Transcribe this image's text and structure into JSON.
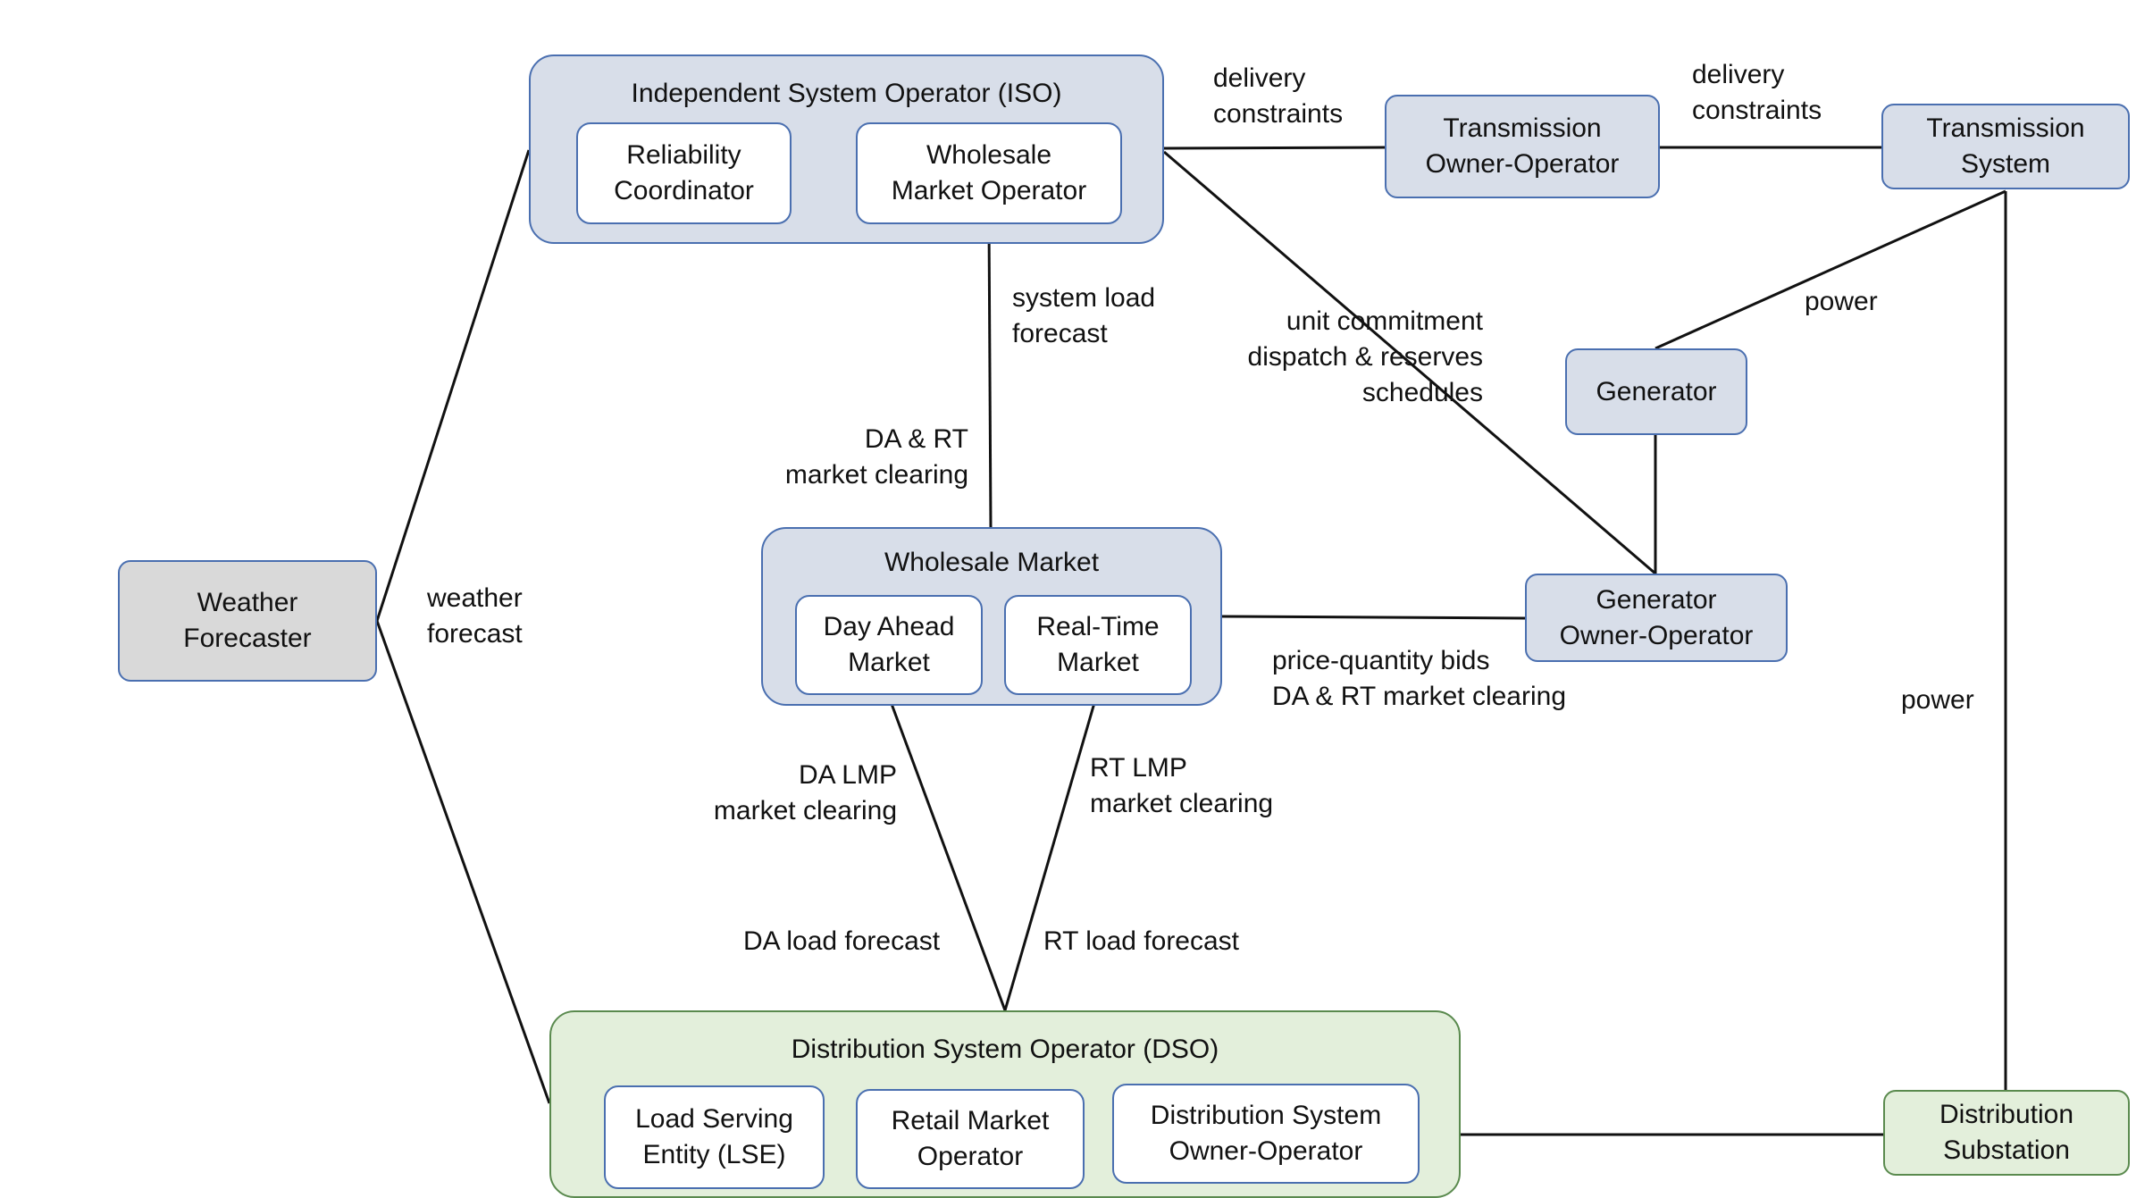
{
  "colors": {
    "node_border": "#4a6fb0",
    "node_fill": "#d8dee9",
    "dso_fill": "#e3efdb",
    "dso_border": "#5a8a4e",
    "weather_fill": "#d9d9d9",
    "line": "#111111"
  },
  "nodes": {
    "iso": {
      "title": "Independent System Operator (ISO)",
      "reliability": "Reliability\nCoordinator",
      "wholesale_operator": "Wholesale\nMarket Operator"
    },
    "transmission_owner": "Transmission\nOwner-Operator",
    "transmission_system": "Transmission\nSystem",
    "generator": "Generator",
    "generator_owner": "Generator\nOwner-Operator",
    "weather": "Weather\nForecaster",
    "wholesale_market": {
      "title": "Wholesale Market",
      "day_ahead": "Day Ahead\nMarket",
      "real_time": "Real-Time\nMarket"
    },
    "dso": {
      "title": "Distribution System Operator (DSO)",
      "lse": "Load Serving\nEntity (LSE)",
      "retail": "Retail Market\nOperator",
      "dist_owner": "Distribution System\nOwner-Operator"
    },
    "substation": "Distribution\nSubstation"
  },
  "edge_labels": {
    "delivery_1": "delivery\nconstraints",
    "delivery_2": "delivery\nconstraints",
    "power_top": "power",
    "power_right": "power",
    "system_load": "system load\nforecast",
    "unit_commitment": "unit commitment\ndispatch & reserves\nschedules",
    "da_rt_clearing": "DA & RT\nmarket clearing",
    "weather_forecast": "weather\nforecast",
    "price_bids": "price-quantity bids\nDA & RT market clearing",
    "da_lmp": "DA LMP\nmarket clearing",
    "rt_lmp": "RT LMP\nmarket clearing",
    "da_load": "DA load forecast",
    "rt_load": "RT load forecast"
  }
}
